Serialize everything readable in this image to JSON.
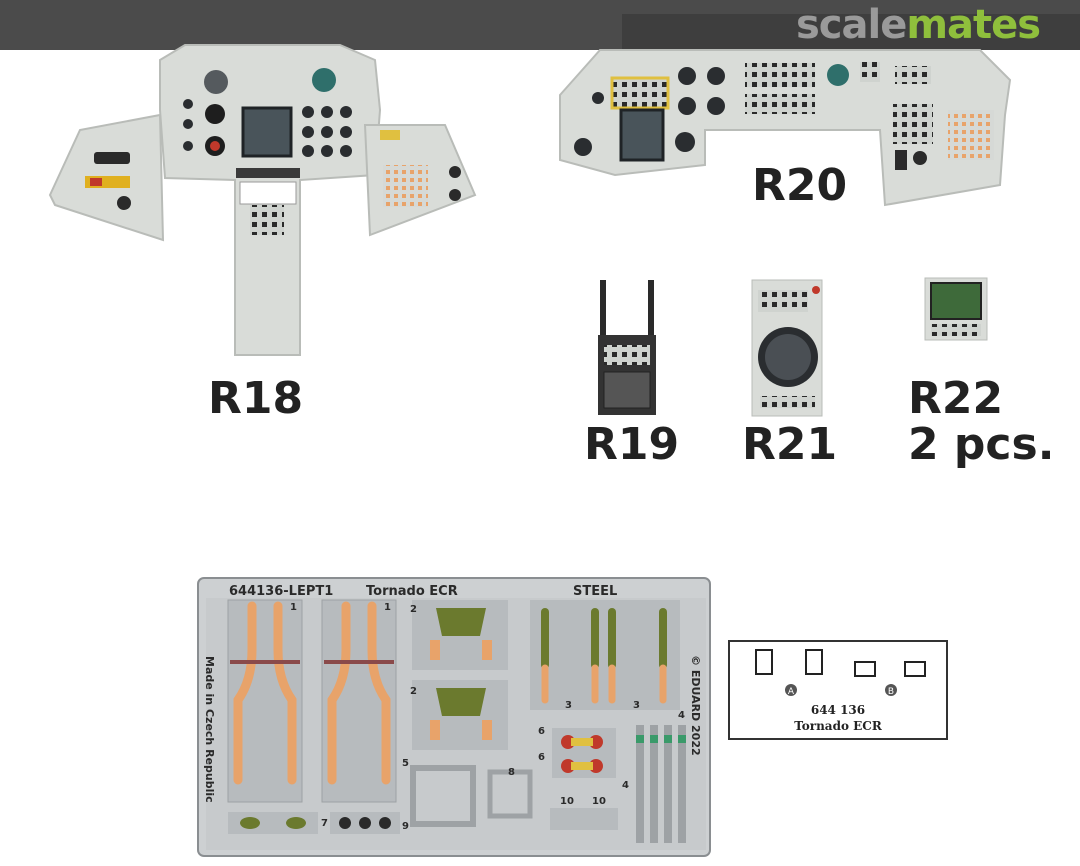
{
  "header": {
    "logo_part1": "scale",
    "logo_part2": "mates"
  },
  "parts": {
    "r18": "R18",
    "r19": "R19",
    "r20": "R20",
    "r21": "R21",
    "r22": "R22",
    "r22_qty": "2 pcs."
  },
  "fret": {
    "code": "644136-LEPT1",
    "name": "Tornado ECR",
    "material": "STEEL",
    "origin": "Made in Czech Republic",
    "copyright": "© EDUARD 2022",
    "part_numbers": [
      "1",
      "1",
      "2",
      "2",
      "3",
      "3",
      "4",
      "4",
      "5",
      "6",
      "6",
      "7",
      "8",
      "9",
      "10",
      "10"
    ]
  },
  "card": {
    "code": "644 136",
    "name": "Tornado ECR",
    "marker_a": "A",
    "marker_b": "B"
  },
  "colors": {
    "panel": "#d9dcd8",
    "harness": "#e8a36a",
    "olive": "#6b7a2e",
    "fret": "#cdd0d2"
  }
}
